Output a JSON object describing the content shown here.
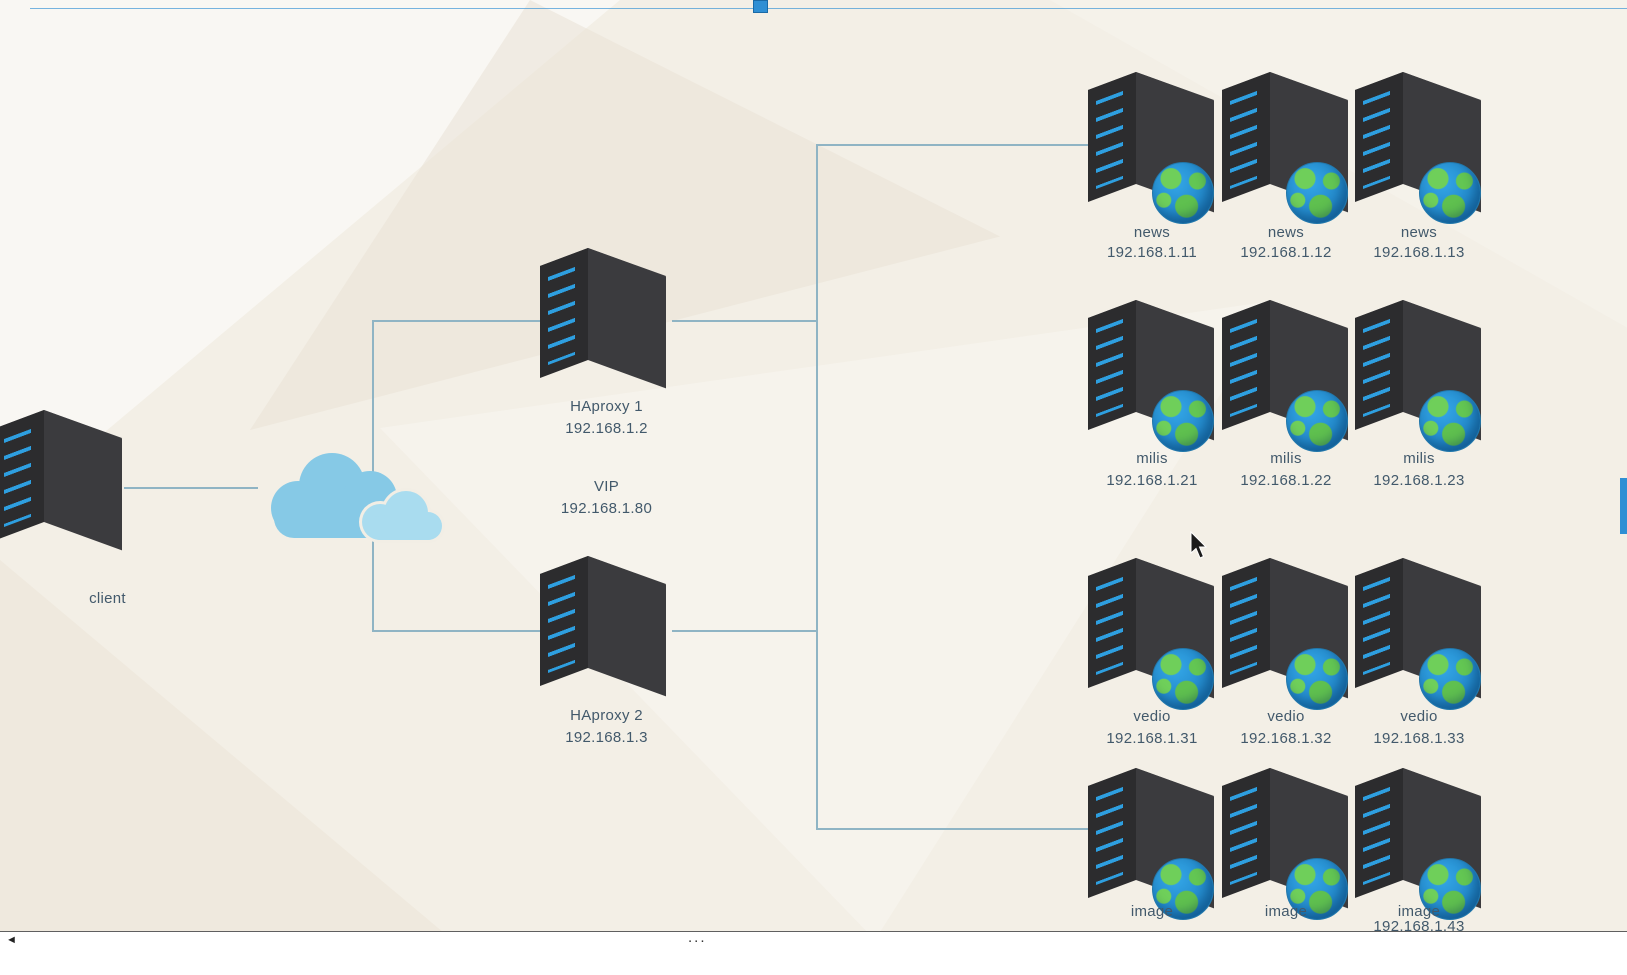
{
  "nodes": {
    "client": {
      "label": "client"
    },
    "haproxy1": {
      "name": "HAproxy 1",
      "ip": "192.168.1.2"
    },
    "vip": {
      "label": "VIP",
      "ip": "192.168.1.80"
    },
    "haproxy2": {
      "name": "HAproxy 2",
      "ip": "192.168.1.3"
    }
  },
  "farm": {
    "rows": [
      {
        "group": "news",
        "servers": [
          {
            "name": "news",
            "ip": "192.168.1.11"
          },
          {
            "name": "news",
            "ip": "192.168.1.12"
          },
          {
            "name": "news",
            "ip": "192.168.1.13"
          }
        ]
      },
      {
        "group": "milis",
        "servers": [
          {
            "name": "milis",
            "ip": "192.168.1.21"
          },
          {
            "name": "milis",
            "ip": "192.168.1.22"
          },
          {
            "name": "milis",
            "ip": "192.168.1.23"
          }
        ]
      },
      {
        "group": "vedio",
        "servers": [
          {
            "name": "vedio",
            "ip": "192.168.1.31"
          },
          {
            "name": "vedio",
            "ip": "192.168.1.32"
          },
          {
            "name": "vedio",
            "ip": "192.168.1.33"
          }
        ]
      },
      {
        "group": "image",
        "servers": [
          {
            "name": "image",
            "ip": ""
          },
          {
            "name": "image",
            "ip": ""
          },
          {
            "name": "image",
            "ip": "192.168.1.43"
          }
        ]
      }
    ]
  },
  "icons": {
    "cloud": "network-cloud-icon",
    "globe": "internet-globe-icon",
    "server": "server-tower-icon"
  },
  "statusbar": {
    "left_arrow": "◄",
    "more": "..."
  },
  "colors": {
    "connector": "#8fb4c4",
    "label": "#42596b",
    "accent": "#2f8fd4",
    "server_body": "#3b3b3e",
    "led_blue": "#2e9fe0",
    "cloud_blue": "#86c9e6",
    "background": "#f3efe6"
  }
}
